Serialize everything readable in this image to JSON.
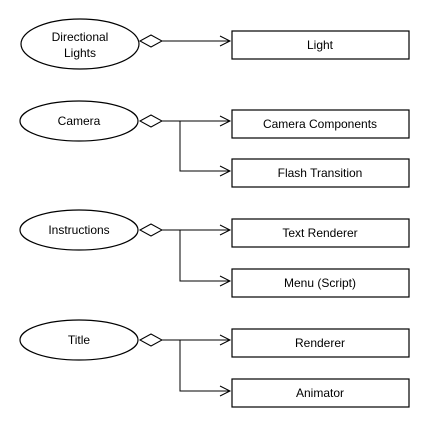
{
  "diagram": {
    "groups": [
      {
        "object_lines": [
          "Directional",
          "Lights"
        ],
        "components": [
          "Light"
        ]
      },
      {
        "object_lines": [
          "Camera"
        ],
        "components": [
          "Camera Components",
          "Flash Transition"
        ]
      },
      {
        "object_lines": [
          "Instructions"
        ],
        "components": [
          "Text Renderer",
          "Menu (Script)"
        ]
      },
      {
        "object_lines": [
          "Title"
        ],
        "components": [
          "Renderer",
          "Animator"
        ]
      }
    ]
  }
}
